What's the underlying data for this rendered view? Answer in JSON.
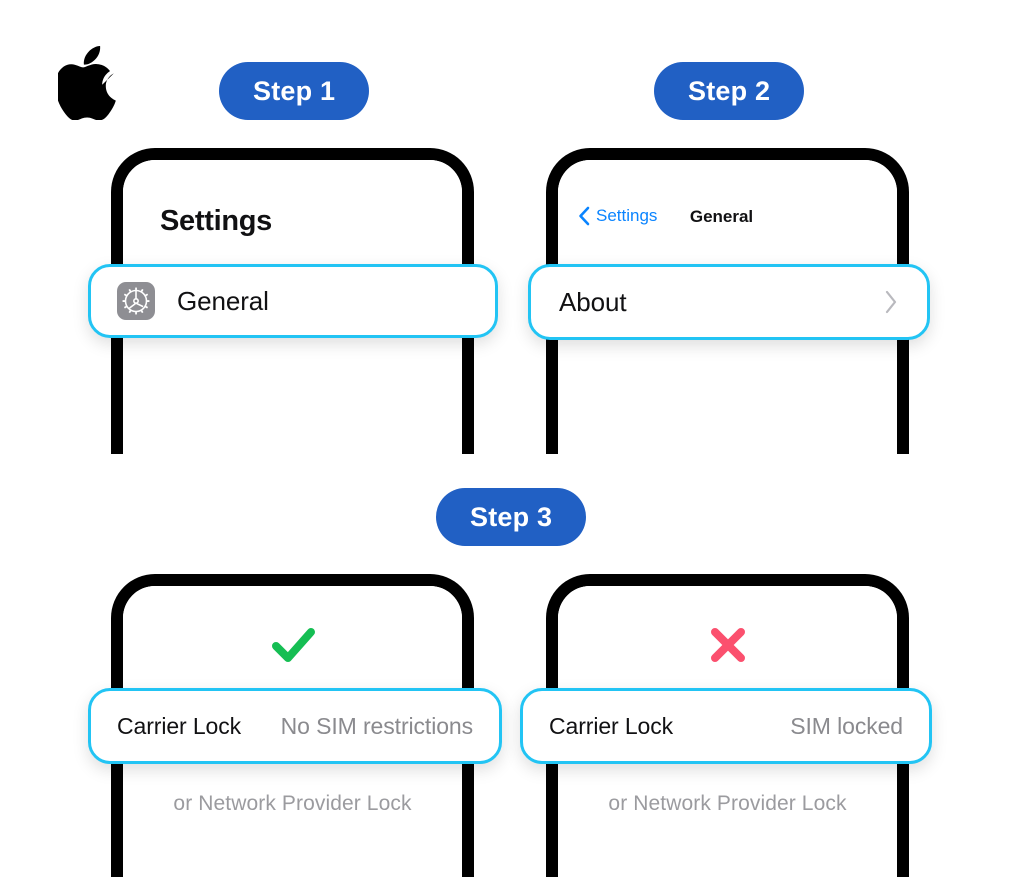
{
  "brand": {
    "logo_icon": "apple-logo-icon"
  },
  "theme": {
    "badge_blue": "#2160c4",
    "highlight_cyan": "#22c4f4",
    "ios_link_blue": "#0a84ff",
    "success_green": "#15be53",
    "error_pink": "#fb506e",
    "gear_tile_gray": "#8e8e93",
    "muted_text_gray": "#8a8a8e",
    "bezel_black": "#000000"
  },
  "steps": [
    {
      "badge_label": "Step 1",
      "screen": {
        "title": "Settings",
        "highlight_row": {
          "icon": "gear-icon",
          "label": "General"
        }
      }
    },
    {
      "badge_label": "Step 2",
      "screen": {
        "back_label": "Settings",
        "back_icon": "chevron-left-icon",
        "nav_title": "General",
        "highlight_row": {
          "label": "About",
          "accessory_icon": "chevron-right-icon"
        }
      }
    },
    {
      "badge_label": "Step 3",
      "outcomes": [
        {
          "mark_icon": "checkmark-icon",
          "mark_color": "#15be53",
          "row_label": "Carrier Lock",
          "row_value": "No SIM restrictions",
          "note": "or Network Provider Lock"
        },
        {
          "mark_icon": "cross-icon",
          "mark_color": "#fb506e",
          "row_label": "Carrier Lock",
          "row_value": "SIM locked",
          "note": "or Network Provider Lock"
        }
      ]
    }
  ]
}
